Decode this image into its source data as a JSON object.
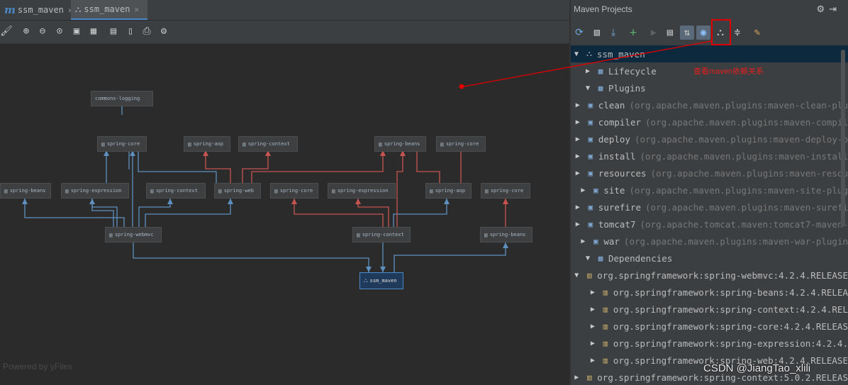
{
  "tabs": [
    {
      "label": "ssm_maven",
      "icon": "maven-m-icon",
      "active": false
    },
    {
      "label": "ssm_maven",
      "icon": "diagram-icon",
      "active": true
    }
  ],
  "diagram": {
    "nodes": {
      "commons_logging": "commons-logging",
      "spring_core_top": "spring-core",
      "spring_aop_top": "spring-aop",
      "spring_context_top": "spring-context",
      "spring_beans_top": "spring-beans",
      "spring_core_top2": "spring-core",
      "spring_beans_left": "spring-beans",
      "spring_expression_left": "spring-expression",
      "spring_context_mid": "spring-context",
      "spring_web": "spring-web",
      "spring_core_mid": "spring-core",
      "spring_expression_mid": "spring-expression",
      "spring_aop_mid": "spring-aop",
      "spring_core_right": "spring-core",
      "spring_webmvc": "spring-webmvc",
      "spring_context_low": "spring-context",
      "spring_beans_low": "spring-beans",
      "root": "ssm_maven"
    },
    "powered_by": "Powered by yFiles",
    "colors": {
      "blue_edge": "#5d8fbf",
      "red_edge": "#c75450"
    }
  },
  "maven_panel": {
    "title": "Maven Projects",
    "annotation": "查看maven依赖关系",
    "tree": {
      "project": "ssm_maven",
      "lifecycle": "Lifecycle",
      "plugins": "Plugins",
      "plugin_items": [
        {
          "name": "clean",
          "coord": "(org.apache.maven.plugins:maven-clean-plu"
        },
        {
          "name": "compiler",
          "coord": "(org.apache.maven.plugins:maven-compil"
        },
        {
          "name": "deploy",
          "coord": "(org.apache.maven.plugins:maven-deploy-p"
        },
        {
          "name": "install",
          "coord": "(org.apache.maven.plugins:maven-install"
        },
        {
          "name": "resources",
          "coord": "(org.apache.maven.plugins:maven-resou"
        },
        {
          "name": "site",
          "coord": "(org.apache.maven.plugins:maven-site-plug"
        },
        {
          "name": "surefire",
          "coord": "(org.apache.maven.plugins:maven-surefi"
        },
        {
          "name": "tomcat7",
          "coord": "(org.apache.tomcat.maven:tomcat7-maven-"
        },
        {
          "name": "war",
          "coord": "(org.apache.maven.plugins:maven-war-plugin"
        }
      ],
      "dependencies": "Dependencies",
      "dep_webmvc": "org.springframework:spring-webmvc:4.2.4.RELEASE",
      "dep_children": [
        "org.springframework:spring-beans:4.2.4.RELEA",
        "org.springframework:spring-context:4.2.4.REL",
        "org.springframework:spring-core:4.2.4.RELEAS",
        "org.springframework:spring-expression:4.2.4.",
        "org.springframework:spring-web:4.2.4.RELEASE"
      ],
      "dep_context": "org.springframework:spring-context:5.0.2.RELEAS"
    }
  },
  "watermark": "CSDN @JiangTao_xlili"
}
